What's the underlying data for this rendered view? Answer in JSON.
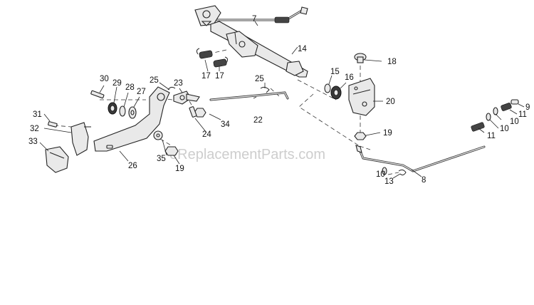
{
  "watermark": "eReplacementParts.com",
  "callouts": [
    {
      "id": "c7",
      "text": "7"
    },
    {
      "id": "c14",
      "text": "14"
    },
    {
      "id": "c17a",
      "text": "17"
    },
    {
      "id": "c17b",
      "text": "17"
    },
    {
      "id": "c18",
      "text": "18"
    },
    {
      "id": "c15",
      "text": "15"
    },
    {
      "id": "c16",
      "text": "16"
    },
    {
      "id": "c20",
      "text": "20"
    },
    {
      "id": "c19a",
      "text": "19"
    },
    {
      "id": "c9",
      "text": "9"
    },
    {
      "id": "c11a",
      "text": "11"
    },
    {
      "id": "c10a",
      "text": "10"
    },
    {
      "id": "c10b",
      "text": "10"
    },
    {
      "id": "c11b",
      "text": "11"
    },
    {
      "id": "c8",
      "text": "8"
    },
    {
      "id": "c10c",
      "text": "10"
    },
    {
      "id": "c13",
      "text": "13"
    },
    {
      "id": "c25a",
      "text": "25"
    },
    {
      "id": "c22",
      "text": "22"
    },
    {
      "id": "c34",
      "text": "34"
    },
    {
      "id": "c24",
      "text": "24"
    },
    {
      "id": "c23",
      "text": "23"
    },
    {
      "id": "c25b",
      "text": "25"
    },
    {
      "id": "c30",
      "text": "30"
    },
    {
      "id": "c29",
      "text": "29"
    },
    {
      "id": "c28",
      "text": "28"
    },
    {
      "id": "c27",
      "text": "27"
    },
    {
      "id": "c26",
      "text": "26"
    },
    {
      "id": "c35",
      "text": "35"
    },
    {
      "id": "c19b",
      "text": "19"
    },
    {
      "id": "c31",
      "text": "31"
    },
    {
      "id": "c32",
      "text": "32"
    },
    {
      "id": "c33",
      "text": "33"
    }
  ]
}
